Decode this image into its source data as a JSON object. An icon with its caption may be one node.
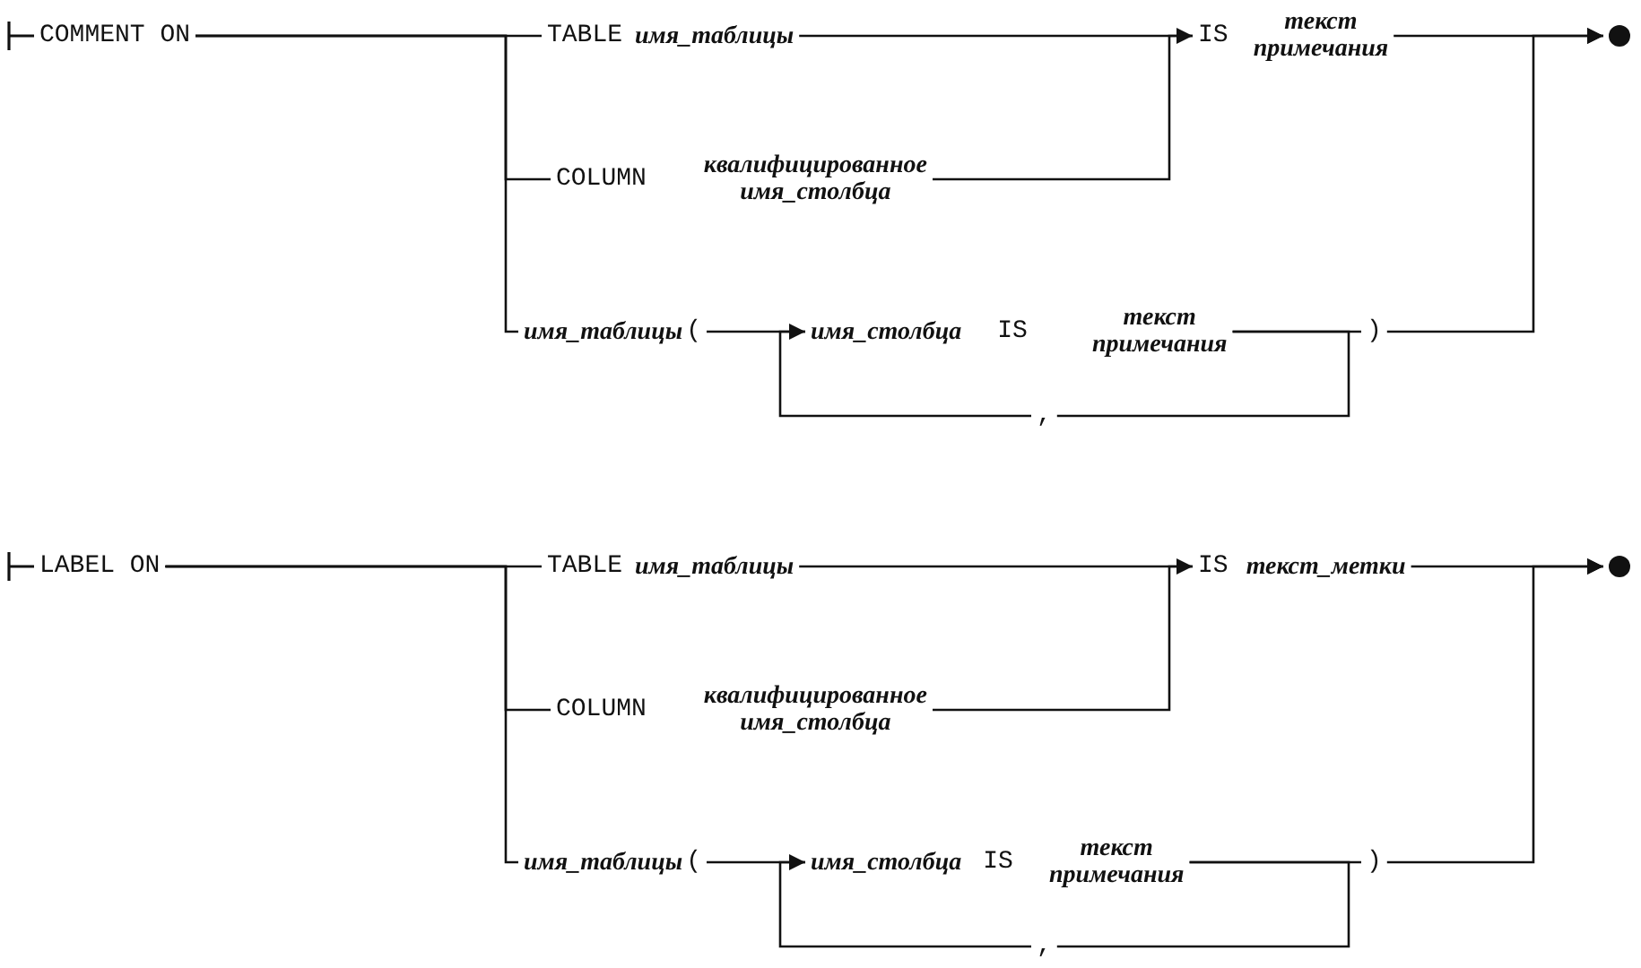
{
  "diagram": {
    "nodes": [
      {
        "text": [
          "COMMENT ON"
        ]
      },
      {
        "text": [
          "TABLE",
          "имя_таблицы"
        ]
      },
      {
        "text": [
          "IS",
          "текст примечания"
        ]
      },
      {
        "text": [
          "COLUMN",
          "квалифицированное имя_столбца"
        ]
      },
      {
        "text": [
          "имя_таблицы",
          "("
        ]
      },
      {
        "text": [
          "имя_столбца",
          "IS",
          "текст примечания"
        ]
      },
      {
        "text": [
          ")"
        ]
      },
      {
        "text": [
          ","
        ]
      },
      {
        "text": [],
        "shape": "circle"
      },
      {
        "text": [
          "LABEL ON"
        ]
      },
      {
        "text": [
          "TABLE",
          "имя_таблицы"
        ]
      },
      {
        "text": [
          "IS",
          "текст_метки"
        ]
      },
      {
        "text": [
          "COLUMN",
          "квалифицированное имя_столбца"
        ]
      },
      {
        "text": [
          "имя_таблицы",
          "("
        ]
      },
      {
        "text": [
          "имя_столбца",
          "IS",
          "текст примечания"
        ]
      },
      {
        "text": [
          ")"
        ]
      },
      {
        "text": [
          ","
        ]
      },
      {
        "text": [],
        "shape": "circle"
      }
    ],
    "edges": [
      {
        "from": 0,
        "to": 1,
        "arrow": "none"
      },
      {
        "from": 0,
        "to": 3,
        "arrow": "none"
      },
      {
        "from": 0,
        "to": 4,
        "arrow": "none"
      },
      {
        "from": 1,
        "to": 2,
        "arrow": "none"
      },
      {
        "from": 3,
        "to": 2,
        "arrow": "to"
      },
      {
        "from": 2,
        "to": 8,
        "arrow": "to"
      },
      {
        "from": 4,
        "to": 5,
        "arrow": "none"
      },
      {
        "from": 5,
        "to": 6,
        "arrow": "none"
      },
      {
        "from": 6,
        "to": 8,
        "arrow": "to"
      },
      {
        "from": 5,
        "to": 7,
        "arrow": "none"
      },
      {
        "from": 7,
        "to": 5,
        "arrow": "to"
      },
      {
        "from": 9,
        "to": 10,
        "arrow": "none"
      },
      {
        "from": 9,
        "to": 12,
        "arrow": "none"
      },
      {
        "from": 9,
        "to": 13,
        "arrow": "none"
      },
      {
        "from": 10,
        "to": 11,
        "arrow": "none"
      },
      {
        "from": 12,
        "to": 11,
        "arrow": "to"
      },
      {
        "from": 11,
        "to": 17,
        "arrow": "to"
      },
      {
        "from": 13,
        "to": 14,
        "arrow": "none"
      },
      {
        "from": 14,
        "to": 15,
        "arrow": "none"
      },
      {
        "from": 15,
        "to": 17,
        "arrow": "to"
      },
      {
        "from": 14,
        "to": 16,
        "arrow": "none"
      },
      {
        "from": 16,
        "to": 14,
        "arrow": "to"
      }
    ]
  }
}
